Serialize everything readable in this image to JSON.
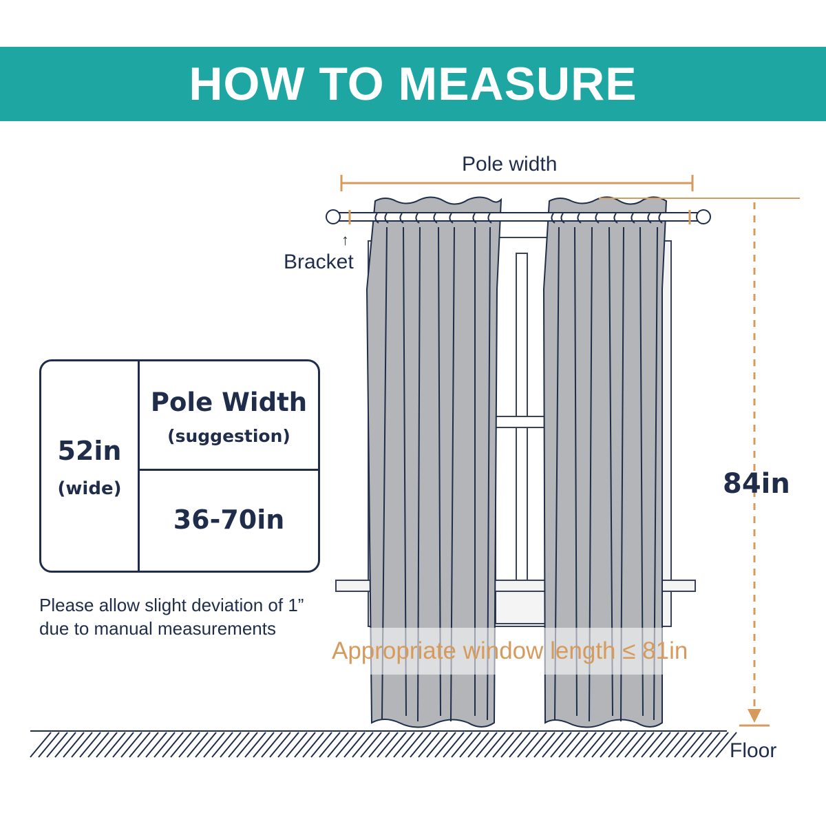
{
  "header": {
    "title": "HOW TO MEASURE"
  },
  "table": {
    "fabric_width": "52in",
    "fabric_width_note": "(wide)",
    "pole_heading": "Pole Width",
    "pole_heading_note": "(suggestion)",
    "pole_value": "36-70in"
  },
  "note": {
    "line1": "Please allow slight deviation of 1”",
    "line2": "due to manual measurements"
  },
  "diagram": {
    "pole_width_label": "Pole width",
    "bracket_label": "Bracket",
    "bracket_arrow": "↑",
    "length_label": "84in",
    "window_length_label": "Appropriate window length ≤ 81in",
    "floor_label": "Floor"
  },
  "colors": {
    "header_bg": "#1ea6a3",
    "navy": "#1f2d4a",
    "accent": "#d69a5c",
    "curtain": "#b3b5b9"
  }
}
